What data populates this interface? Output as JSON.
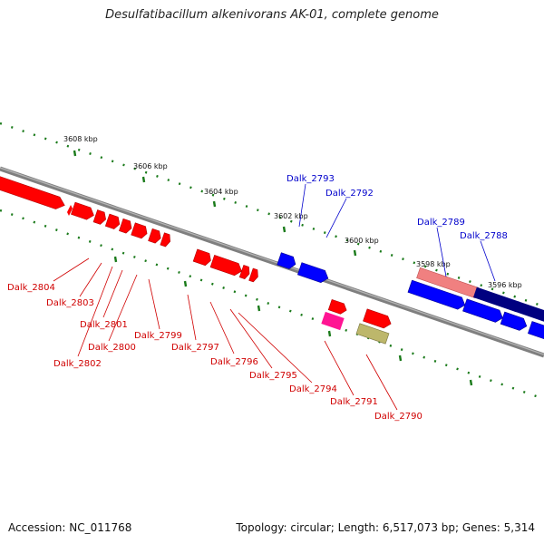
{
  "title": "Desulfatibacillum alkenivorans AK-01, complete genome",
  "footer": {
    "accession": "Accession: NC_011768",
    "topology": "Topology: circular; Length: 6,517,073 bp; Genes: 5,314"
  },
  "colors": {
    "backbone": "#7f7f7f",
    "tick": "#1a7a1a",
    "label_red": "#d00000",
    "label_blue": "#0000cc",
    "gene_red": "#ff0000",
    "gene_blue": "#0000ff",
    "gene_navy": "#000080",
    "gene_pink": "#f08080",
    "gene_magenta": "#ff1493",
    "gene_olive": "#bdb76b"
  },
  "kbp_labels": [
    "3608 kbp",
    "3606 kbp",
    "3604 kbp",
    "3602 kbp",
    "3600 kbp",
    "3598 kbp",
    "3596 kbp"
  ],
  "gene_labels_upper": [
    "Dalk_2793",
    "Dalk_2792",
    "Dalk_2789",
    "Dalk_2788"
  ],
  "gene_labels_lower": [
    "Dalk_2804",
    "Dalk_2803",
    "Dalk_2801",
    "Dalk_2800",
    "Dalk_2802",
    "Dalk_2799",
    "Dalk_2797",
    "Dalk_2796",
    "Dalk_2795",
    "Dalk_2794",
    "Dalk_2791",
    "Dalk_2790"
  ]
}
